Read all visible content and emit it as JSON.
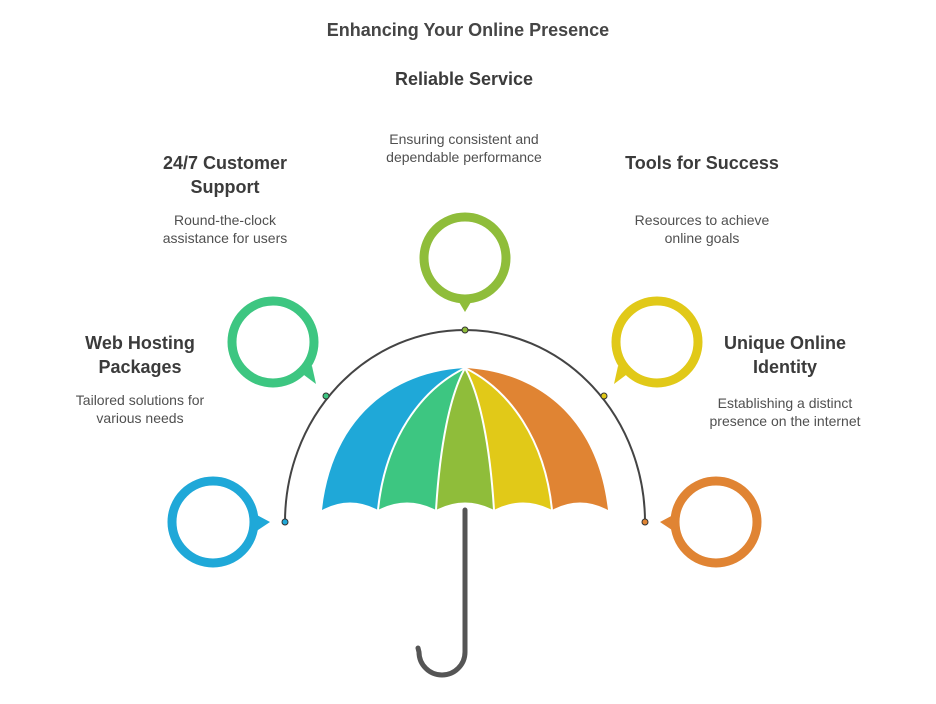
{
  "title": "Enhancing Your Online Presence",
  "items": [
    {
      "title": "Web Hosting Packages",
      "description": "Tailored solutions for various needs",
      "color": "#1fa8d8",
      "icon": "speech-bubble-icon"
    },
    {
      "title": "24/7 Customer Support",
      "description": "Round-the-clock assistance for users",
      "color": "#3dc681",
      "icon": "speech-bubble-icon"
    },
    {
      "title": "Reliable Service",
      "description": "Ensuring consistent and dependable performance",
      "color": "#8fbd3a",
      "icon": "speech-bubble-icon"
    },
    {
      "title": "Tools for Success",
      "description": "Resources to achieve online goals",
      "color": "#e1c918",
      "icon": "speech-bubble-icon"
    },
    {
      "title": "Unique Online Identity",
      "description": "Establishing a distinct presence on the internet",
      "color": "#e08433",
      "icon": "speech-bubble-icon"
    }
  ],
  "umbrella": {
    "handle_color": "#555555",
    "arc_color": "#444444"
  }
}
